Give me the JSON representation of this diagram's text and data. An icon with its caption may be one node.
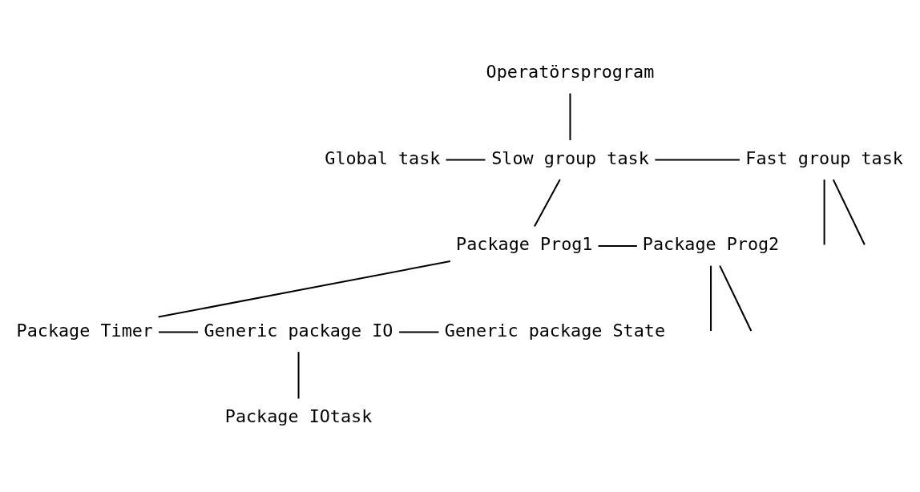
{
  "diagram": {
    "nodes": [
      {
        "text": [
          "Operatörsprogram"
        ]
      },
      {
        "text": [
          "Global task"
        ]
      },
      {
        "text": [
          "Slow group task"
        ]
      },
      {
        "text": [
          "Fast group task"
        ]
      },
      {
        "text": [
          "Package Prog1"
        ]
      },
      {
        "text": [
          "Package Prog2"
        ]
      },
      {
        "text": [
          "Package Timer"
        ]
      },
      {
        "text": [
          "Generic package IO"
        ]
      },
      {
        "text": [
          "Generic package State"
        ]
      },
      {
        "text": [
          "Package IOtask"
        ]
      }
    ],
    "edges": [
      {
        "from": 0,
        "to": 2,
        "arrow": "none"
      },
      {
        "from": 1,
        "to": 2,
        "arrow": "none"
      },
      {
        "from": 2,
        "to": 3,
        "arrow": "none"
      },
      {
        "from": 3,
        "to": null,
        "arrow": "none"
      },
      {
        "from": 3,
        "to": null,
        "arrow": "none"
      },
      {
        "from": 2,
        "to": 4,
        "arrow": "none"
      },
      {
        "from": 4,
        "to": 5,
        "arrow": "none"
      },
      {
        "from": 5,
        "to": null,
        "arrow": "none"
      },
      {
        "from": 5,
        "to": null,
        "arrow": "none"
      },
      {
        "from": 4,
        "to": 6,
        "arrow": "none"
      },
      {
        "from": 6,
        "to": 7,
        "arrow": "none"
      },
      {
        "from": 7,
        "to": 8,
        "arrow": "none"
      },
      {
        "from": 7,
        "to": 9,
        "arrow": "none"
      }
    ]
  }
}
